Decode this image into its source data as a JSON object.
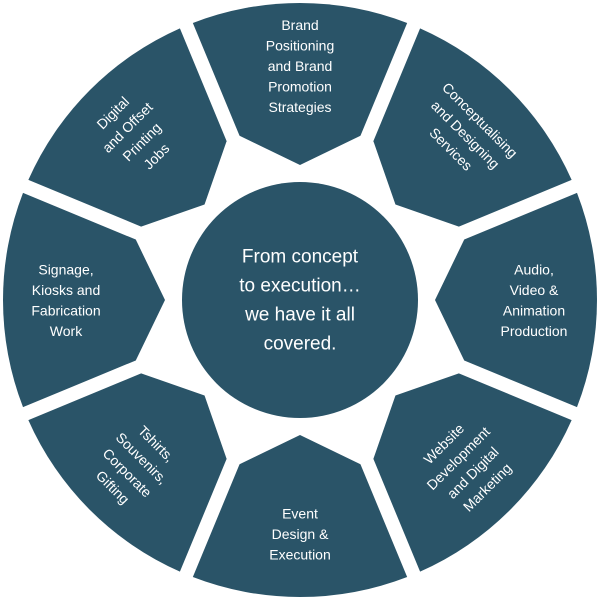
{
  "diagram": {
    "colors": {
      "segment": "#2a5468",
      "background": "#ffffff",
      "text": "#ffffff"
    },
    "center_text": [
      "From concept",
      "to execution…",
      "we have it all",
      "covered."
    ],
    "segments": [
      {
        "lines": [
          "Brand",
          "Positioning",
          "and Brand",
          "Promotion",
          "Strategies"
        ]
      },
      {
        "lines": [
          "Conceptualising",
          "and Designing",
          "Services"
        ]
      },
      {
        "lines": [
          "Audio,",
          "Video &",
          "Animation",
          "Production"
        ]
      },
      {
        "lines": [
          "Website",
          "Development",
          "and Digital",
          "Marketing"
        ]
      },
      {
        "lines": [
          "Event",
          "Design &",
          "Execution"
        ]
      },
      {
        "lines": [
          "Tshirts,",
          "Souvenirs,",
          "Corporate",
          "Gifting"
        ]
      },
      {
        "lines": [
          "Signage,",
          "Kiosks and",
          "Fabrication",
          "Work"
        ]
      },
      {
        "lines": [
          "Digital",
          "and Offset",
          "Printing",
          "Jobs"
        ]
      }
    ]
  }
}
